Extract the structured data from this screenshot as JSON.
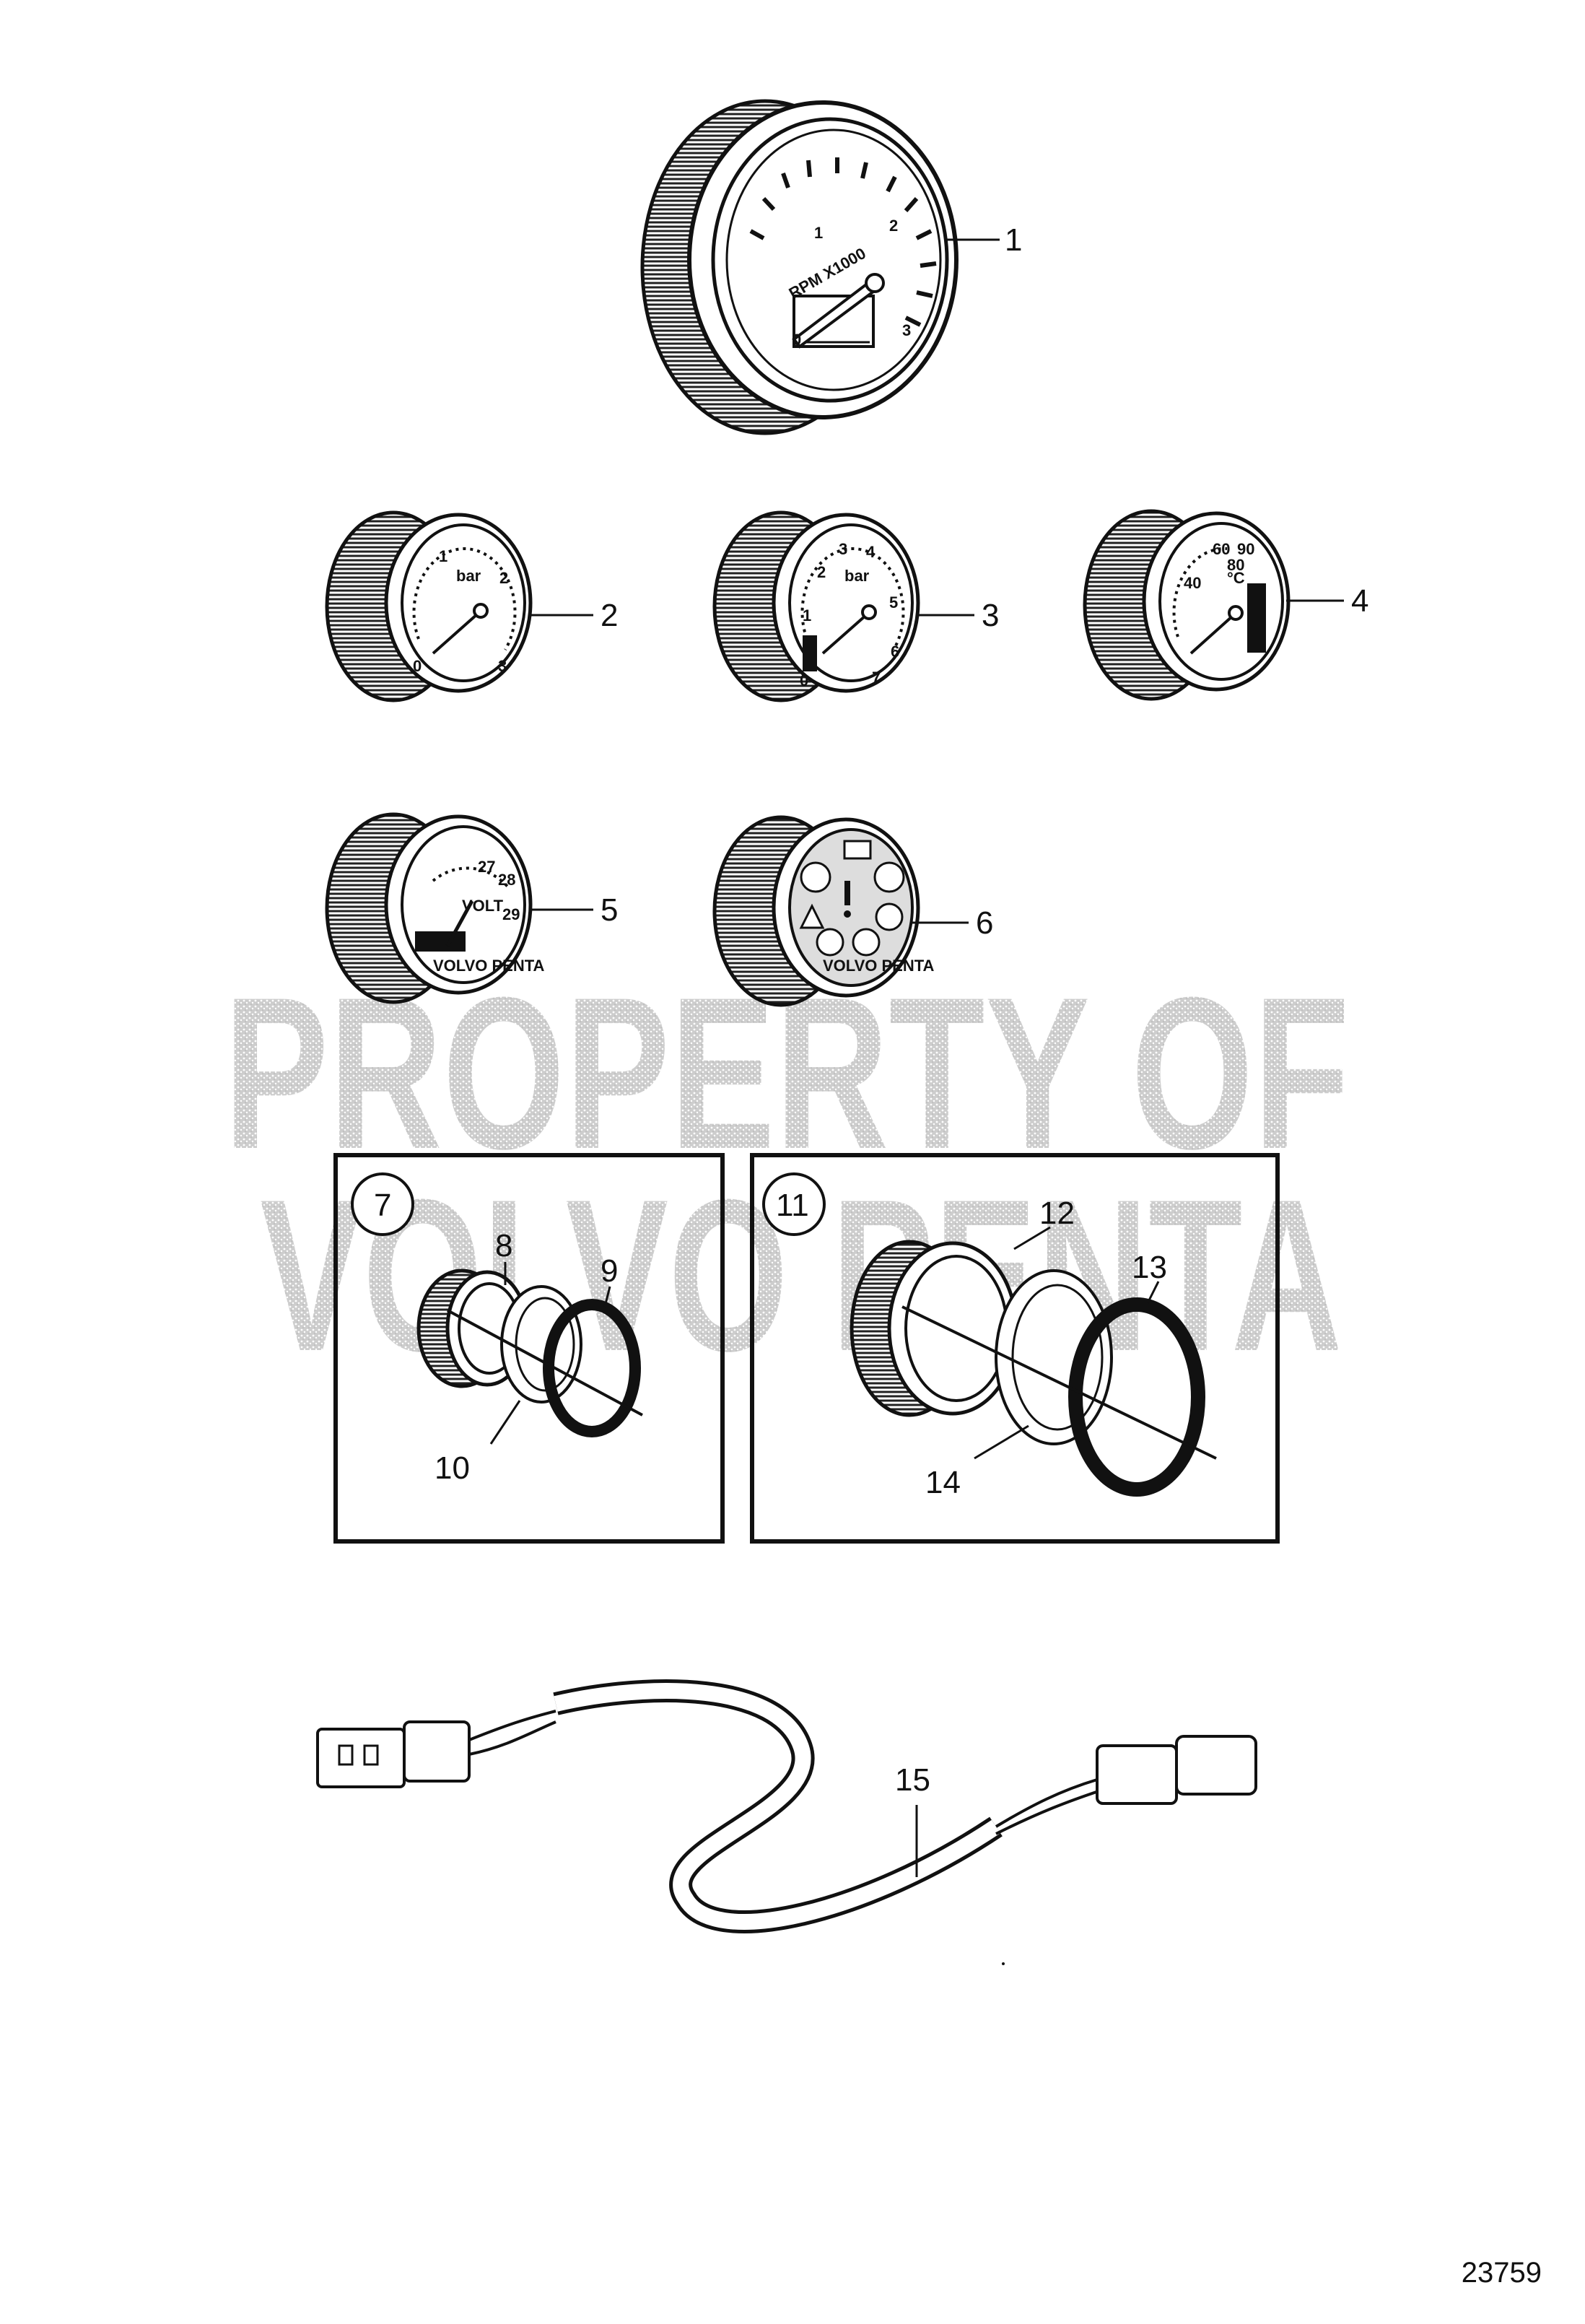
{
  "figure_number": "23759",
  "watermark": {
    "line1": "PROPERTY OF",
    "line2": "VOLVO PENTA"
  },
  "callouts": [
    "1",
    "2",
    "3",
    "4",
    "5",
    "6",
    "7",
    "8",
    "9",
    "10",
    "11",
    "12",
    "13",
    "14",
    "15"
  ],
  "dial_text": {
    "tacho_label": "RPM X1000",
    "tacho_ticks": [
      "0",
      "1",
      "2",
      "3"
    ],
    "pressure_unit": "bar",
    "gauge2_ticks": [
      "0",
      "1",
      "2",
      "3"
    ],
    "gauge3_ticks": [
      "0",
      "1",
      "2",
      "3",
      "4",
      "5",
      "6",
      "7"
    ],
    "temp_unit": "°C",
    "temp_ticks": [
      "40",
      "60",
      "80",
      "90"
    ],
    "volt_label": "VOLT",
    "volt_ticks": [
      "27",
      "28",
      "29"
    ],
    "brand": "VOLVO PENTA"
  }
}
